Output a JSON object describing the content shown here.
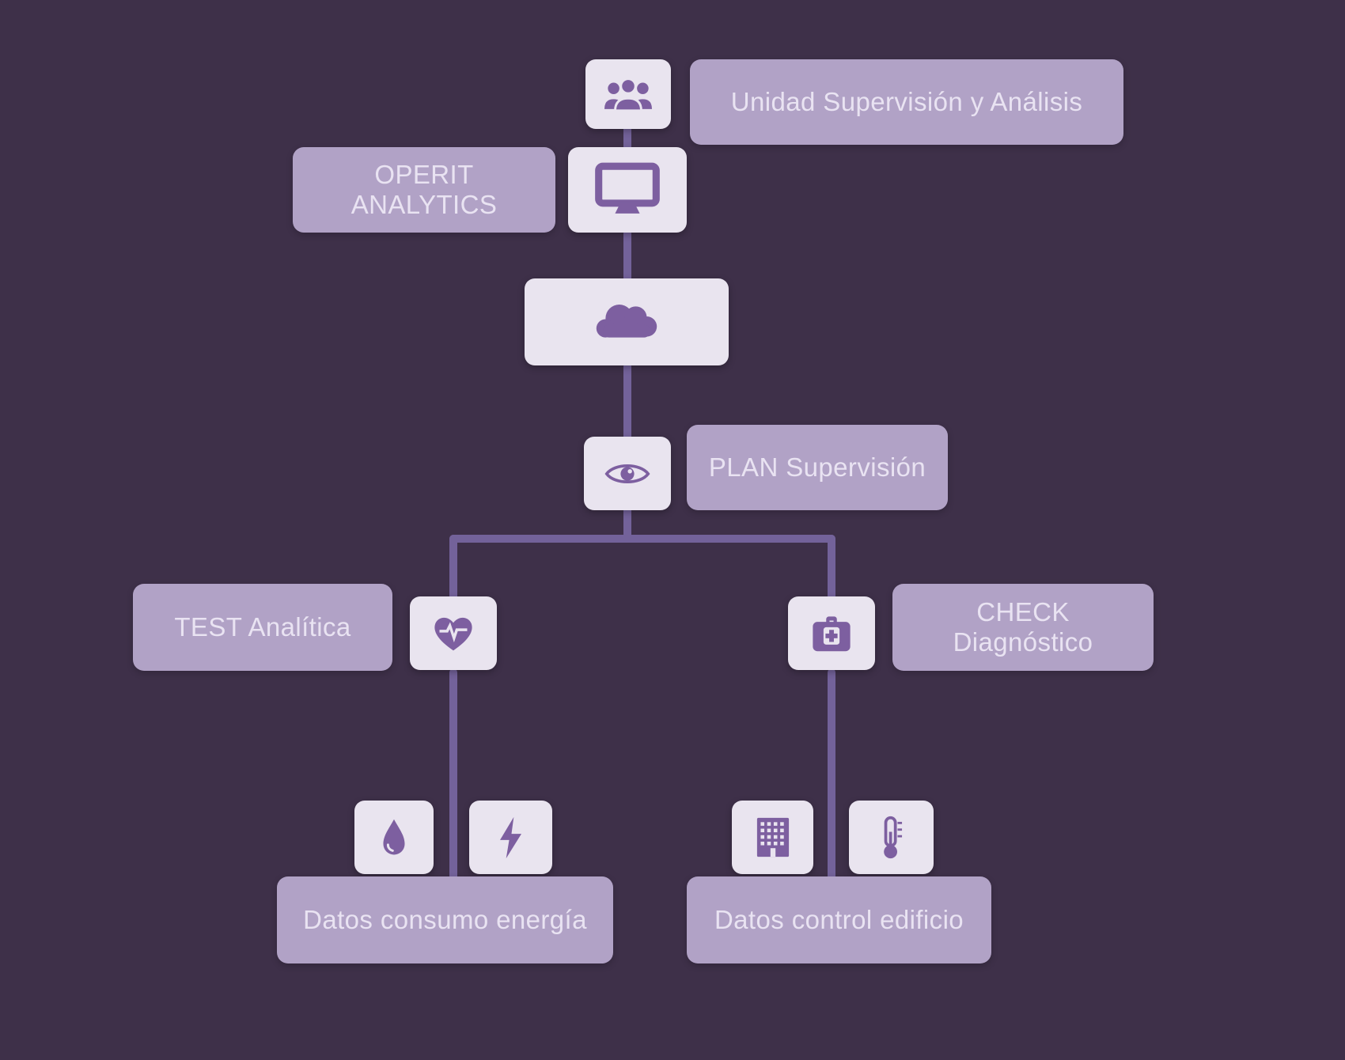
{
  "colors": {
    "background": "#3E3049",
    "icon_box_bg": "#E9E4EF",
    "icon": "#7D5FA0",
    "label_bg": "#B1A2C6",
    "label_text": "#E9E3F2",
    "connector": "#73629A"
  },
  "nodes": {
    "unidad": {
      "label": "Unidad Supervisión y Análisis",
      "icon": "users-icon"
    },
    "operit": {
      "label": "OPERIT ANALYTICS",
      "icon": "monitor-icon"
    },
    "cloud": {
      "icon": "cloud-icon"
    },
    "plan": {
      "label": "PLAN Supervisión",
      "icon": "eye-icon"
    },
    "test": {
      "label": "TEST Analítica",
      "icon": "heart-pulse-icon"
    },
    "check": {
      "label": "CHECK Diagnóstico",
      "icon": "first-aid-icon"
    },
    "consumo": {
      "label": "Datos consumo energía",
      "icons": [
        "droplet-icon",
        "bolt-icon"
      ]
    },
    "control": {
      "label": "Datos control edificio",
      "icons": [
        "building-icon",
        "thermometer-icon"
      ]
    }
  }
}
